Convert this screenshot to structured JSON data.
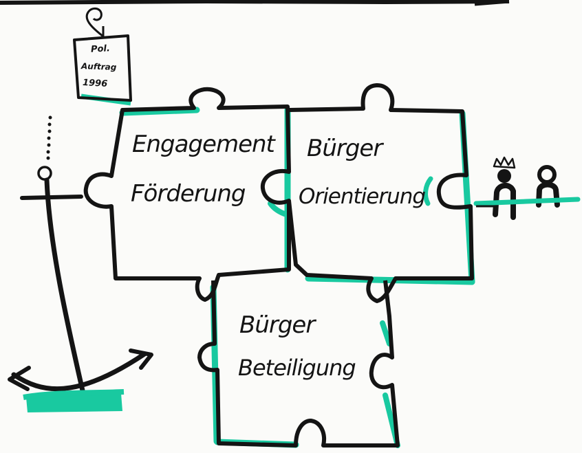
{
  "colors": {
    "ink": "#141414",
    "accent": "#19c9a0",
    "paper": "#fbfbf9"
  },
  "tag": {
    "line1": "Pol.",
    "line2": "Auftrag",
    "line3": "1996"
  },
  "pieces": {
    "engagement": {
      "line1": "Engagement",
      "line2": "Förderung"
    },
    "orientierung": {
      "line1": "Bürger",
      "line2": "Orientierung"
    },
    "beteiligung": {
      "line1": "Bürger",
      "line2": "Beteiligung"
    }
  },
  "icons": [
    "anchor-icon",
    "king-icon",
    "person-icon"
  ]
}
